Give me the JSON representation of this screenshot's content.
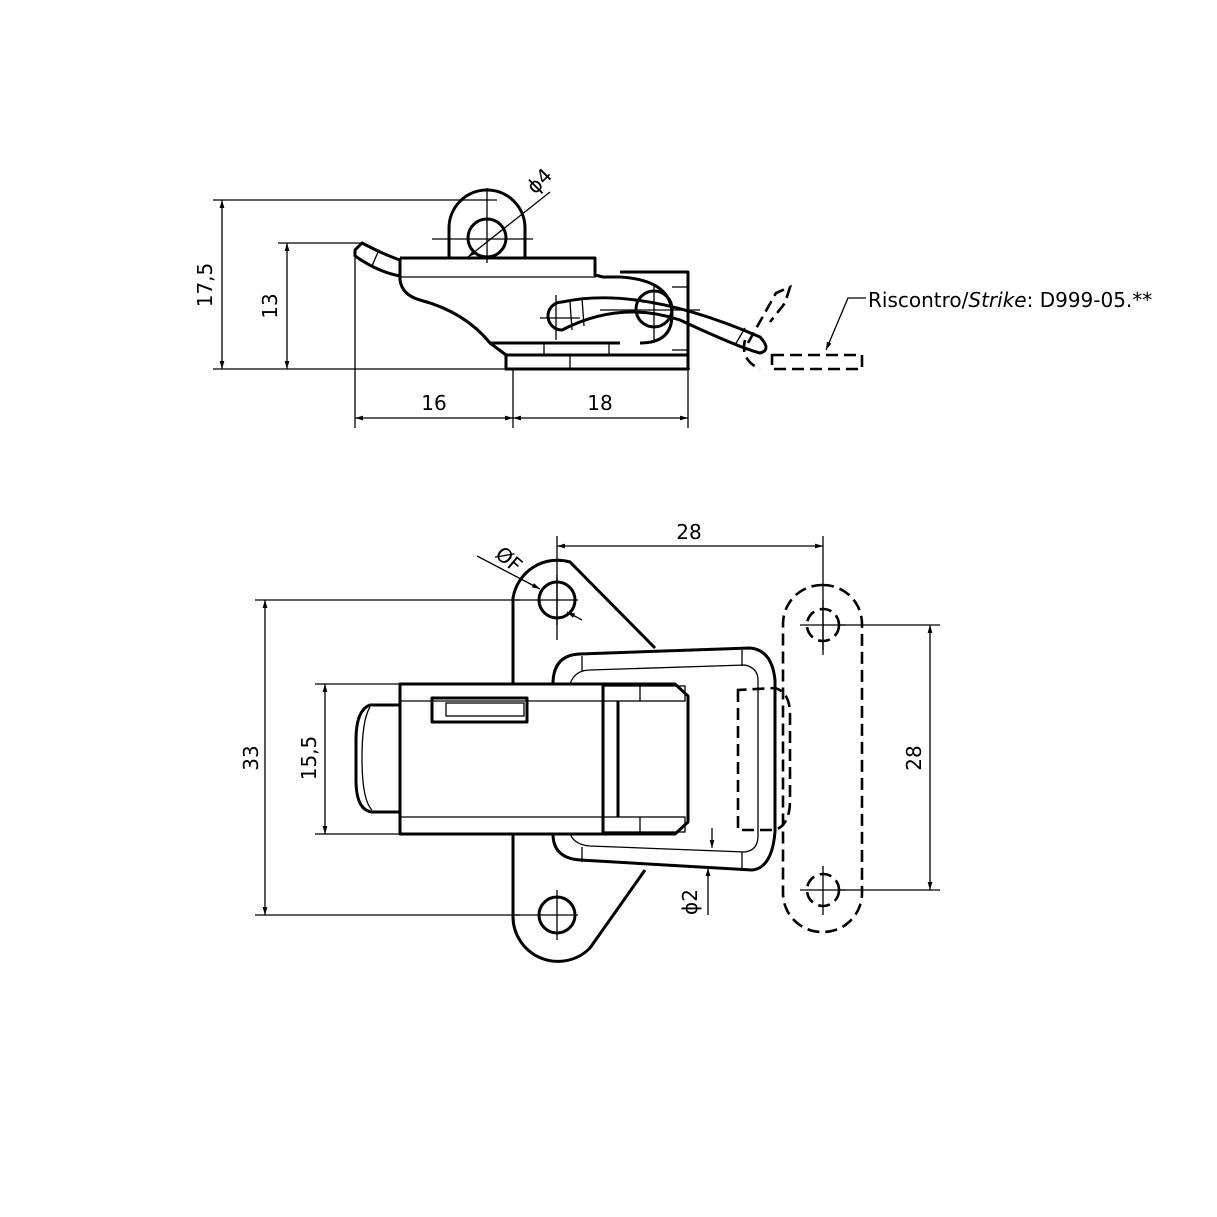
{
  "side_view": {
    "dimensions": {
      "total_height": "17,5",
      "body_height": "13",
      "left_length": "16",
      "right_length": "18",
      "pin_hole_diameter": "ϕ4"
    },
    "strike_label": {
      "prefix": "Riscontro/",
      "italic": "Strike",
      "suffix": ": D999-05.**"
    }
  },
  "top_view": {
    "dimensions": {
      "mount_hole_spacing_vertical": "33",
      "body_width": "15,5",
      "hole_to_strike_horizontal": "28",
      "strike_hole_spacing": "28",
      "mount_hole_diameter": "ØF",
      "wire_diameter": "ϕ2"
    }
  }
}
